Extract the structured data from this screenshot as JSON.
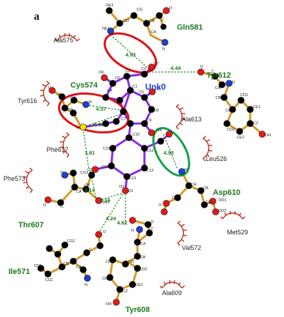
{
  "panel_label": "a",
  "ligand": "Unk0",
  "hbond_residues": [
    "Gln581",
    "Tyr612",
    "Cys574",
    "Asp610",
    "Thr607",
    "Ile571",
    "Tyr608"
  ],
  "hydrophobic_residues": [
    "Ala575",
    "Tyr616",
    "Ala613",
    "Phe617",
    "Leu526",
    "Phe573",
    "Met529",
    "Val572",
    "Ala609"
  ],
  "distances": [
    "4.93",
    "4.44",
    "4.57",
    "4.44",
    "3.91",
    "4.93",
    "3.14",
    "4.16",
    "4.24",
    "4.62"
  ],
  "atom_labels": {
    "gln": [
      "OE1",
      "CD",
      "CG",
      "NE2",
      "CB",
      "CA",
      "C",
      "O",
      "N"
    ],
    "lig": [
      "O6",
      "C6",
      "C2",
      "O7",
      "C3",
      "C4",
      "C1",
      "C5",
      "O5",
      "C8",
      "C7",
      "C9",
      "C10",
      "C11",
      "C12",
      "C13",
      "C14",
      "C15",
      "O4",
      "O1",
      "O2",
      "O3",
      "S"
    ],
    "tyr612": [
      "O",
      "C",
      "CA",
      "N",
      "CB",
      "CG",
      "CD1",
      "CE1",
      "CD2",
      "CE2",
      "CZ",
      "OH"
    ],
    "cys": [
      "CB",
      "CA",
      "N",
      "C",
      "O"
    ],
    "thr": [
      "OG1",
      "CB",
      "CA",
      "N",
      "C",
      "O",
      "CG2"
    ],
    "asp": [
      "CA",
      "CB",
      "CG",
      "OD1",
      "OD2",
      "C",
      "O",
      "N"
    ],
    "tyr608": [
      "CA",
      "CB",
      "CG",
      "CD1",
      "CD2",
      "CE1",
      "CE2",
      "CZ",
      "OH",
      "C",
      "O",
      "N"
    ],
    "ile": [
      "CG2",
      "CB",
      "CG1",
      "CD1",
      "CA",
      "N",
      "C",
      "O"
    ]
  },
  "colors": {
    "ligand_bond": "#8a2be2",
    "residue_bond": "#d49a2a",
    "hbond": "#1d8a1d",
    "hydrophobic_arc": "#c0392b",
    "carbon": "#000000",
    "oxygen": "#e01b1b",
    "nitrogen": "#1f3fd0",
    "sulfur": "#f2e200",
    "highlight_red": "#e01010",
    "highlight_green": "#12a04a"
  }
}
